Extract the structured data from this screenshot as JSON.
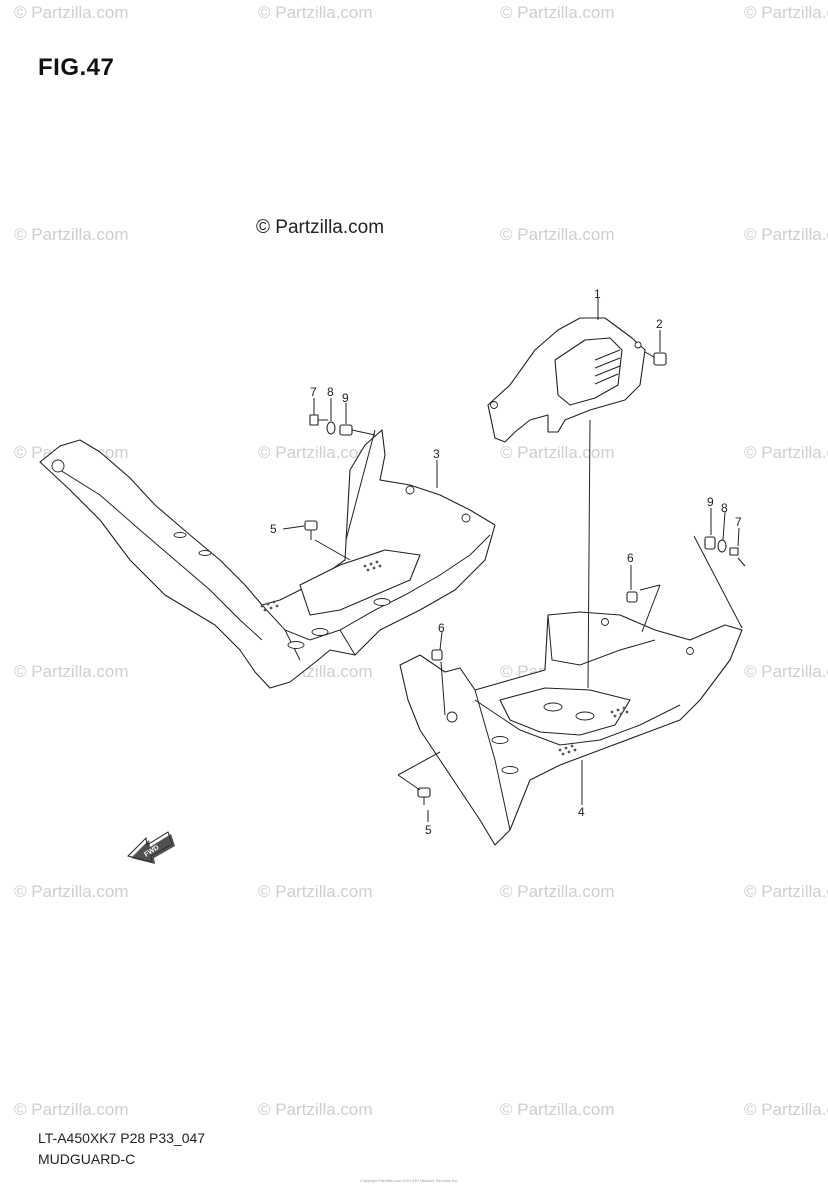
{
  "figure": {
    "title": "FIG.47",
    "center_watermark": "© Partzilla.com",
    "model_code": "LT-A450XK7 P28 P33_047",
    "part_name": "MUDGUARD-C",
    "fine_print": "Copyright Partzilla.com 2024 ARI Network Services Inc."
  },
  "watermark": {
    "text": "© Partzilla.com"
  },
  "callouts": [
    {
      "id": "c1",
      "label": "1"
    },
    {
      "id": "c2",
      "label": "2"
    },
    {
      "id": "c3",
      "label": "3"
    },
    {
      "id": "c4",
      "label": "4"
    },
    {
      "id": "c5a",
      "label": "5"
    },
    {
      "id": "c5b",
      "label": "5"
    },
    {
      "id": "c6a",
      "label": "6"
    },
    {
      "id": "c6b",
      "label": "6"
    },
    {
      "id": "c7a",
      "label": "7"
    },
    {
      "id": "c7b",
      "label": "7"
    },
    {
      "id": "c8a",
      "label": "8"
    },
    {
      "id": "c8b",
      "label": "8"
    },
    {
      "id": "c9a",
      "label": "9"
    },
    {
      "id": "c9b",
      "label": "9"
    }
  ],
  "fwd_arrow": {
    "label": "FWD"
  },
  "colors": {
    "line": "#222222",
    "watermark": "#cfcfcf",
    "background": "#ffffff"
  }
}
